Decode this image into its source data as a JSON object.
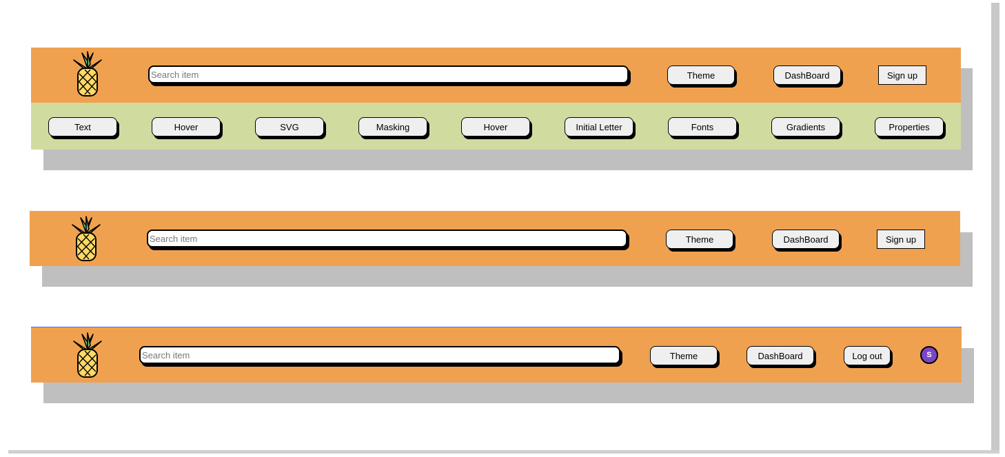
{
  "navbars": [
    {
      "search_placeholder": "Search item",
      "buttons": {
        "theme": "Theme",
        "dashboard": "DashBoard",
        "auth": "Sign up"
      }
    },
    {
      "search_placeholder": "Search item",
      "buttons": {
        "theme": "Theme",
        "dashboard": "DashBoard",
        "auth": "Sign up"
      }
    },
    {
      "search_placeholder": "Search item",
      "buttons": {
        "theme": "Theme",
        "dashboard": "DashBoard",
        "auth": "Log out"
      },
      "avatar_initial": "S"
    }
  ],
  "subnav": {
    "items": [
      "Text",
      "Hover",
      "SVG",
      "Masking",
      "Hover",
      "Initial Letter",
      "Fonts",
      "Gradients",
      "Properties"
    ]
  },
  "colors": {
    "navbar_bg": "#f0a150",
    "subnav_bg": "#d0dba0",
    "shadow": "#bfbfbf",
    "avatar_bg": "#7c45c6",
    "pineapple_body": "#ffd966",
    "pineapple_leaves": "#7cc47c"
  },
  "icons": {
    "logo": "pineapple-icon"
  }
}
